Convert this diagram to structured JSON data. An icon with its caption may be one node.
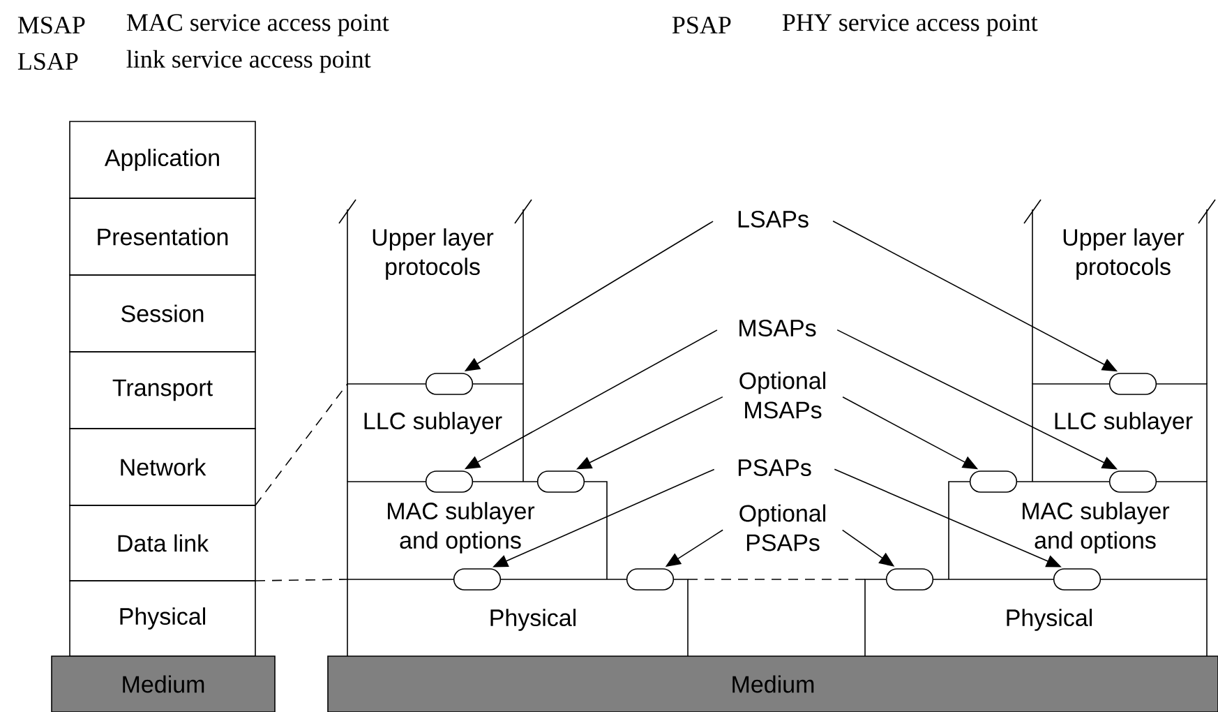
{
  "diagram": {
    "nodes": [
      {
        "text": [
          "Application"
        ]
      },
      {
        "text": [
          "Presentation"
        ]
      },
      {
        "text": [
          "Session"
        ]
      },
      {
        "text": [
          "Transport"
        ]
      },
      {
        "text": [
          "Network"
        ]
      },
      {
        "text": [
          "Data link"
        ]
      },
      {
        "text": [
          "Physical"
        ]
      },
      {
        "text": [
          "Upper layer protocols"
        ]
      },
      {
        "text": [
          "LSAPs"
        ]
      },
      {
        "text": [
          "Upper layer protocols"
        ]
      },
      {
        "text": [],
        "shape": "oval"
      },
      {
        "text": [],
        "shape": "oval"
      },
      {
        "text": [
          "LLC sublayer"
        ]
      },
      {
        "text": [
          "MSAPs"
        ]
      },
      {
        "text": [
          "LLC sublayer"
        ]
      },
      {
        "text": [
          "Optional MSAPs"
        ]
      },
      {
        "text": [],
        "shape": "oval"
      },
      {
        "text": [],
        "shape": "oval"
      },
      {
        "text": [],
        "shape": "oval"
      },
      {
        "text": [],
        "shape": "oval"
      },
      {
        "text": [
          "MAC sublayer and options"
        ]
      },
      {
        "text": [
          "PSAPs"
        ]
      },
      {
        "text": [
          "MAC sublayer and options"
        ]
      },
      {
        "text": [
          "Optional PSAPs"
        ]
      },
      {
        "text": [],
        "shape": "oval"
      },
      {
        "text": [],
        "shape": "oval"
      },
      {
        "text": [],
        "shape": "oval"
      },
      {
        "text": [],
        "shape": "oval"
      },
      {
        "text": [
          "Physical"
        ]
      },
      {
        "text": [
          "Physical"
        ]
      },
      {
        "text": [
          "Medium"
        ]
      },
      {
        "text": [
          "Medium"
        ]
      }
    ],
    "edges": [
      {
        "from": 8,
        "to": 10,
        "arrow": "to"
      },
      {
        "from": 8,
        "to": 11,
        "arrow": "to"
      },
      {
        "from": 13,
        "to": 16,
        "arrow": "to"
      },
      {
        "from": 13,
        "to": 19,
        "arrow": "to"
      },
      {
        "from": 15,
        "to": 17,
        "arrow": "to"
      },
      {
        "from": 15,
        "to": 18,
        "arrow": "to"
      },
      {
        "from": 21,
        "to": 24,
        "arrow": "to"
      },
      {
        "from": 21,
        "to": 27,
        "arrow": "to"
      },
      {
        "from": 23,
        "to": 25,
        "arrow": "to"
      },
      {
        "from": 23,
        "to": 26,
        "arrow": "to"
      }
    ],
    "labels": [
      "MSAP",
      "MAC service access point",
      "PSAP",
      "PHY service access point",
      "LSAP",
      "link service access point"
    ]
  }
}
